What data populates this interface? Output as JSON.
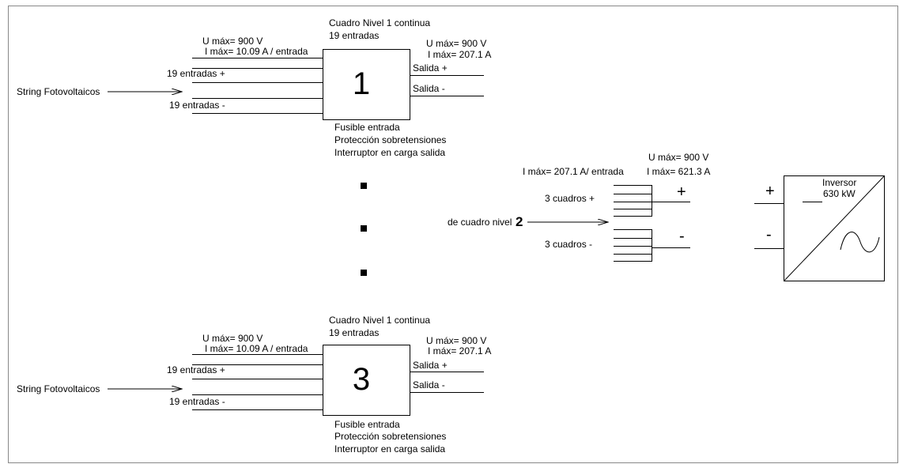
{
  "box1": {
    "title": "Cuadro Nivel 1 continua",
    "inputs": "19 entradas",
    "u_in": "U máx= 900 V",
    "i_in": "I máx= 10.09 A / entrada",
    "u_out": "U máx= 900 V",
    "i_out": "I máx= 207.1 A",
    "pos_in": "19 entradas +",
    "neg_in": "19 entradas -",
    "source": "String Fotovoltaicos",
    "number": "1",
    "out_pos": "Salida +",
    "out_neg": "Salida -",
    "feat1": "Fusible entrada",
    "feat2": "Protección sobretensiones",
    "feat3": "Interruptor en carga salida"
  },
  "box3": {
    "title": "Cuadro Nivel 1 continua",
    "inputs": "19 entradas",
    "u_in": "U máx= 900 V",
    "i_in": "I máx= 10.09 A / entrada",
    "u_out": "U máx= 900 V",
    "i_out": "I máx= 207.1 A",
    "pos_in": "19 entradas +",
    "neg_in": "19 entradas -",
    "source": "String Fotovoltaicos",
    "number": "3",
    "out_pos": "Salida +",
    "out_neg": "Salida -",
    "feat1": "Fusible entrada",
    "feat2": "Protección sobretensiones",
    "feat3": "Interruptor en carga salida"
  },
  "level2": {
    "u_out": "U máx= 900 V",
    "i_out": "I máx= 621.3 A",
    "i_in": "I máx= 207.1 A/ entrada",
    "pos_in": "3 cuadros +",
    "neg_in": "3 cuadros -",
    "source": "de cuadro nivel",
    "number": "2",
    "plus": "+",
    "minus": "-"
  },
  "inverter": {
    "label": "Inversor",
    "power": "630 kW",
    "plus": "+",
    "minus": "-"
  }
}
